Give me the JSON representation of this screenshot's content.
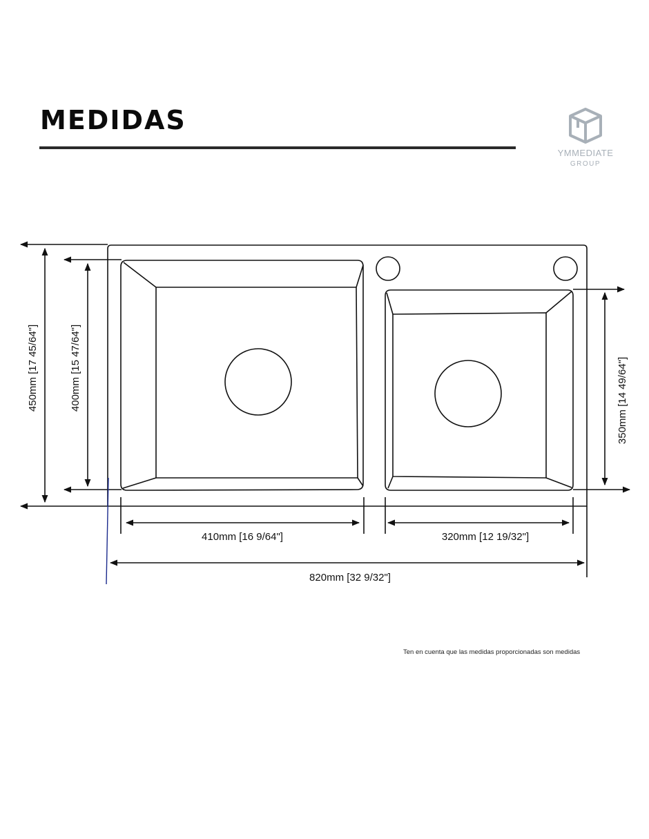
{
  "header": {
    "title": "MEDIDAS"
  },
  "brand": {
    "name": "YMMEDIATE",
    "sub": "GROUP",
    "icon": "cube-logo-icon",
    "color": "#a8b0b8"
  },
  "dimensions": {
    "overall_height": "450mm [17 45/64\"]",
    "left_bowl_height": "400mm [15 47/64\"]",
    "right_bowl_height": "350mm [14 49/64\"]",
    "left_bowl_width": "410mm [16 9/64\"]",
    "right_bowl_width": "320mm [12 19/32\"]",
    "overall_width": "820mm [32 9/32\"]"
  },
  "footnote": {
    "line1": "Ten en cuenta que las medidas proporcionadas son medidas"
  },
  "colors": {
    "ink": "#111111",
    "accent_line": "#1a2a8c"
  }
}
